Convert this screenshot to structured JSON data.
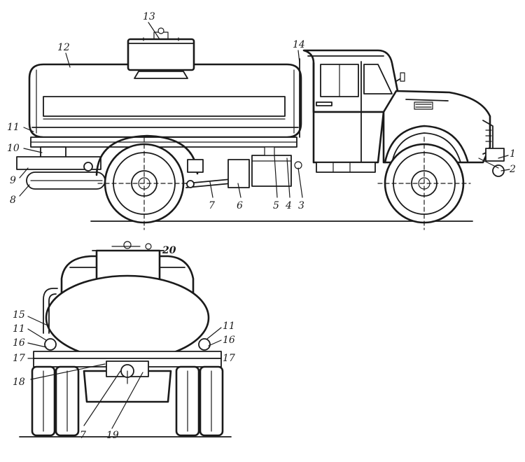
{
  "side_view": {
    "labels": [
      "1",
      "2",
      "3",
      "4",
      "5",
      "6",
      "7",
      "8",
      "9",
      "10",
      "11",
      "12",
      "13",
      "14"
    ]
  },
  "rear_view": {
    "labels": [
      "20",
      "15",
      "11",
      "16",
      "17",
      "18",
      "7",
      "19",
      "11",
      "16",
      "17"
    ]
  }
}
